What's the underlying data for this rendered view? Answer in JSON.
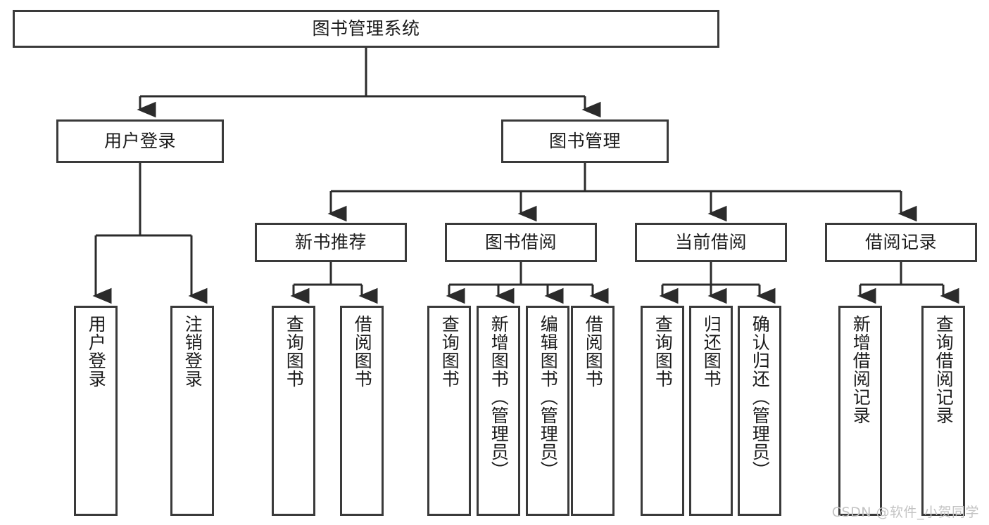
{
  "diagram": {
    "title": "图书管理系统",
    "type": "tree",
    "colors": {
      "box_border": "#3a3a3a",
      "box_fill": "#ffffff",
      "line": "#2b2b2b",
      "text": "#1b1b1b",
      "watermark": "#c3c3c3",
      "background": "#ffffff"
    },
    "root": {
      "label": "图书管理系统"
    },
    "level2": [
      {
        "label": "用户登录"
      },
      {
        "label": "图书管理"
      }
    ],
    "level3": [
      {
        "label": "新书推荐"
      },
      {
        "label": "图书借阅"
      },
      {
        "label": "当前借阅"
      },
      {
        "label": "借阅记录"
      }
    ],
    "leaves": {
      "user_login": [
        {
          "label": "用户登录"
        },
        {
          "label": "注销登录"
        }
      ],
      "new_book_recommend": [
        {
          "label": "查询图书"
        },
        {
          "label": "借阅图书"
        }
      ],
      "book_borrow": [
        {
          "label": "查询图书"
        },
        {
          "label": "新增图书（管理员）"
        },
        {
          "label": "编辑图书（管理员）"
        },
        {
          "label": "借阅图书"
        }
      ],
      "current_borrow": [
        {
          "label": "查询图书"
        },
        {
          "label": "归还图书"
        },
        {
          "label": "确认归还（管理员）"
        }
      ],
      "borrow_records": [
        {
          "label": "新增借阅记录"
        },
        {
          "label": "查询借阅记录"
        }
      ]
    }
  },
  "watermark": {
    "text": "CSDN @软件_小贺同学"
  }
}
